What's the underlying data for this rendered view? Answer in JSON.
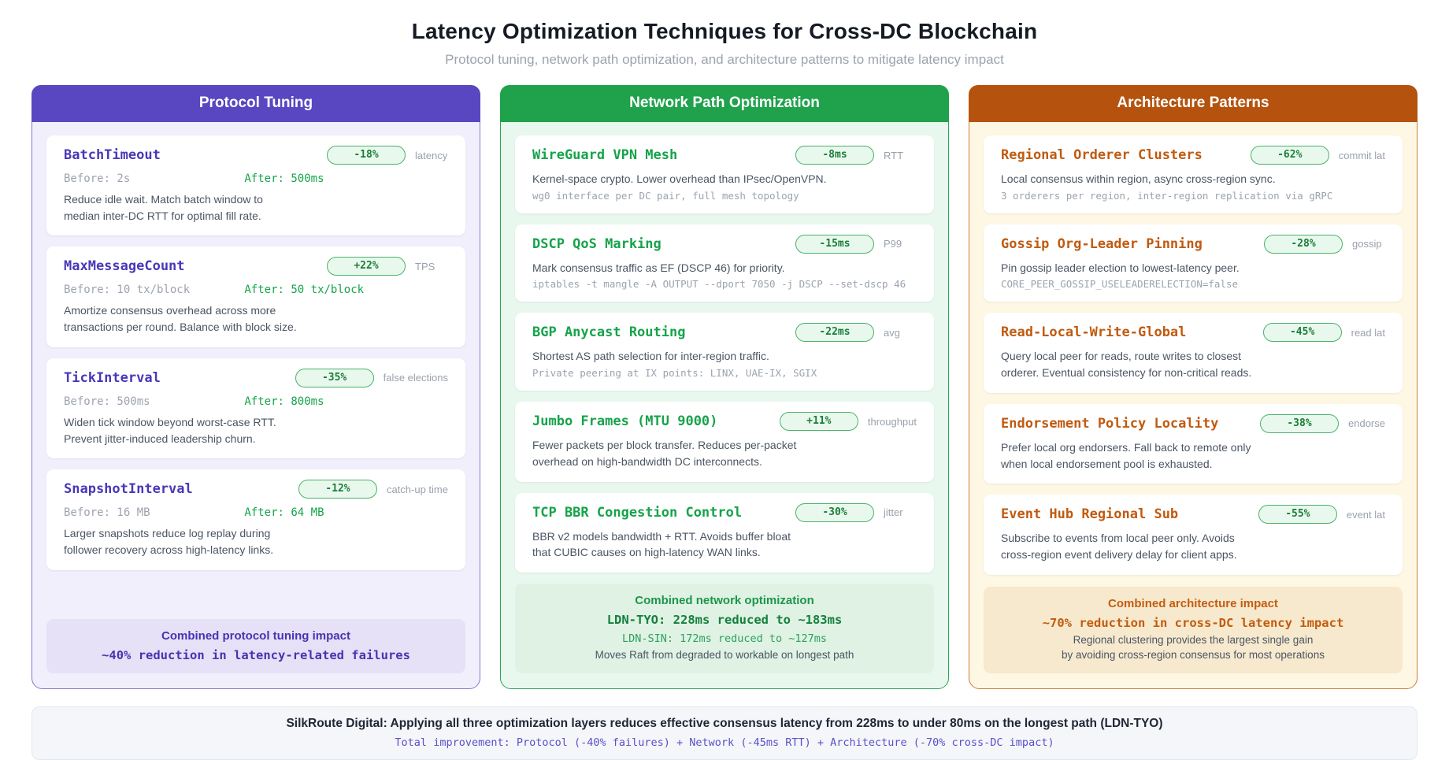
{
  "page": {
    "title": "Latency Optimization Techniques for Cross-DC Blockchain",
    "subtitle": "Protocol tuning, network path optimization, and architecture patterns to mitigate latency impact"
  },
  "shared_colors": {
    "badge_bg": "#e9f8ed",
    "badge_border": "#49b26b",
    "badge_text": "#1a7e38",
    "before_color": "#9ca3af",
    "after_color": "#16a34a"
  },
  "columns": [
    {
      "id": "protocol-tuning",
      "header": "Protocol Tuning",
      "colors": {
        "header_bg": "#5847c0",
        "body_bg": "#f1effb",
        "border": "#8478d2",
        "title": "#4838b8",
        "summary_bg": "#e6e1f6",
        "summary_text": "#4634b2",
        "summary_highlight": "#4634b2"
      },
      "cards": [
        {
          "name": "BatchTimeout",
          "badge": "-18%",
          "metric": "latency",
          "before": "Before: 2s",
          "after": "After: 500ms",
          "desc": "Reduce idle wait. Match batch window to\nmedian inter-DC RTT for optimal fill rate."
        },
        {
          "name": "MaxMessageCount",
          "badge": "+22%",
          "metric": "TPS",
          "before": "Before: 10 tx/block",
          "after": "After: 50 tx/block",
          "desc": "Amortize consensus overhead across more\ntransactions per round. Balance with block size."
        },
        {
          "name": "TickInterval",
          "badge": "-35%",
          "metric": "false elections",
          "before": "Before: 500ms",
          "after": "After: 800ms",
          "desc": "Widen tick window beyond worst-case RTT.\nPrevent jitter-induced leadership churn."
        },
        {
          "name": "SnapshotInterval",
          "badge": "-12%",
          "metric": "catch-up time",
          "before": "Before: 16 MB",
          "after": "After: 64 MB",
          "desc": "Larger snapshots reduce log replay during\nfollower recovery across high-latency links."
        }
      ],
      "summary": {
        "title": "Combined protocol tuning impact",
        "highlight": "~40% reduction in latency-related failures"
      }
    },
    {
      "id": "network-path-optimization",
      "header": "Network Path Optimization",
      "colors": {
        "header_bg": "#1fa24b",
        "body_bg": "#e9f8ee",
        "border": "#2ba455",
        "title": "#16a34a",
        "summary_bg": "#dff2e4",
        "summary_text": "#1d9648",
        "summary_highlight": "#15803d",
        "summary_note_mono": "#2da15c"
      },
      "cards": [
        {
          "name": "WireGuard VPN Mesh",
          "badge": "-8ms",
          "metric": "RTT",
          "desc": "Kernel-space crypto. Lower overhead than IPsec/OpenVPN.",
          "code": "wg0 interface per DC pair, full mesh topology"
        },
        {
          "name": "DSCP QoS Marking",
          "badge": "-15ms",
          "metric": "P99",
          "desc": "Mark consensus traffic as EF (DSCP 46) for priority.",
          "code": "iptables -t mangle -A OUTPUT --dport 7050 -j DSCP --set-dscp 46"
        },
        {
          "name": "BGP Anycast Routing",
          "badge": "-22ms",
          "metric": "avg",
          "desc": "Shortest AS path selection for inter-region traffic.",
          "code": "Private peering at IX points: LINX, UAE-IX, SGIX"
        },
        {
          "name": "Jumbo Frames (MTU 9000)",
          "badge": "+11%",
          "metric": "throughput",
          "desc": "Fewer packets per block transfer. Reduces per-packet\noverhead on high-bandwidth DC interconnects."
        },
        {
          "name": "TCP BBR Congestion Control",
          "badge": "-30%",
          "metric": "jitter",
          "desc": "BBR v2 models bandwidth + RTT. Avoids buffer bloat\nthat CUBIC causes on high-latency WAN links."
        }
      ],
      "summary": {
        "title": "Combined network optimization",
        "highlight": "LDN-TYO: 228ms reduced to ~183ms",
        "note_mono": "LDN-SIN: 172ms reduced to ~127ms",
        "note": "Moves Raft from degraded to workable on longest path"
      }
    },
    {
      "id": "architecture-patterns",
      "header": "Architecture Patterns",
      "colors": {
        "header_bg": "#b5520e",
        "body_bg": "#fdf7e3",
        "border": "#cb7d33",
        "title": "#c05a10",
        "summary_bg": "#f7e9cd",
        "summary_text": "#c25c10",
        "summary_highlight": "#c25c10"
      },
      "cards": [
        {
          "name": "Regional Orderer Clusters",
          "badge": "-62%",
          "metric": "commit lat",
          "desc": "Local consensus within region, async cross-region sync.",
          "code": "3 orderers per region, inter-region replication via gRPC"
        },
        {
          "name": "Gossip Org-Leader Pinning",
          "badge": "-28%",
          "metric": "gossip",
          "desc": "Pin gossip leader election to lowest-latency peer.",
          "code": "CORE_PEER_GOSSIP_USELEADERELECTION=false"
        },
        {
          "name": "Read-Local-Write-Global",
          "badge": "-45%",
          "metric": "read lat",
          "desc": "Query local peer for reads, route writes to closest\norderer. Eventual consistency for non-critical reads."
        },
        {
          "name": "Endorsement Policy Locality",
          "badge": "-38%",
          "metric": "endorse",
          "desc": "Prefer local org endorsers. Fall back to remote only\nwhen local endorsement pool is exhausted."
        },
        {
          "name": "Event Hub Regional Sub",
          "badge": "-55%",
          "metric": "event lat",
          "desc": "Subscribe to events from local peer only. Avoids\ncross-region event delivery delay for client apps."
        }
      ],
      "summary": {
        "title": "Combined architecture impact",
        "highlight": "~70% reduction in cross-DC latency impact",
        "note": "Regional clustering provides the largest single gain\nby avoiding cross-region consensus for most operations"
      }
    }
  ],
  "footer": {
    "line1": "SilkRoute Digital: Applying all three optimization layers reduces effective consensus latency from 228ms to under 80ms on the longest path (LDN-TYO)",
    "line2": "Total improvement: Protocol (-40% failures) + Network (-45ms RTT) + Architecture (-70% cross-DC impact)"
  }
}
